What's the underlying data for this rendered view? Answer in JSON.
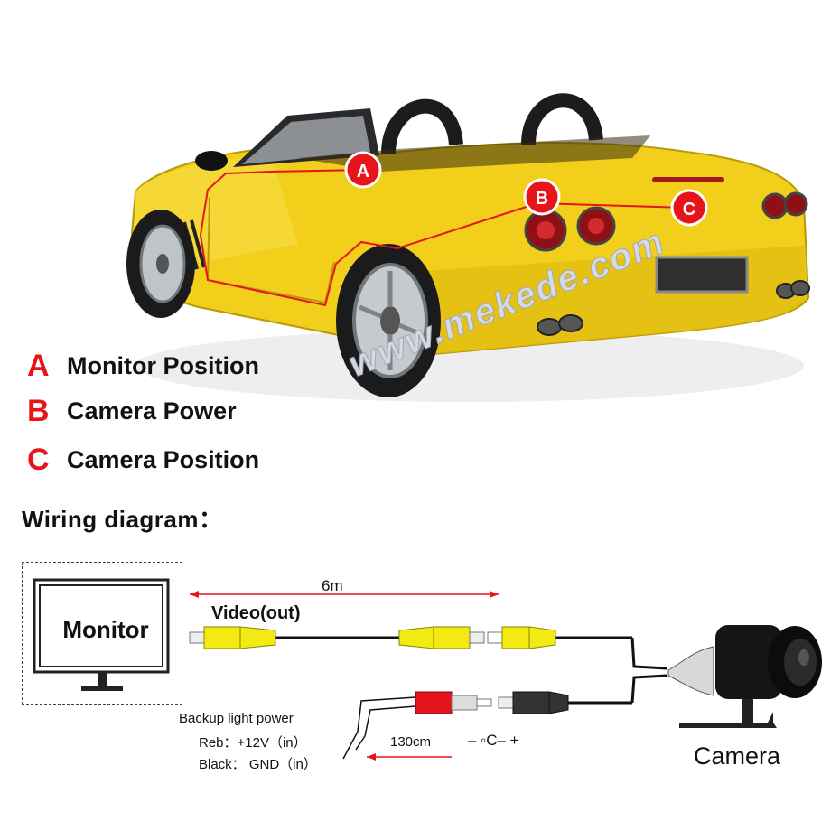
{
  "watermark": "www.mekede.com",
  "markers": {
    "a": "A",
    "b": "B",
    "c": "C"
  },
  "legend": [
    {
      "letter": "A",
      "text": "Monitor Position"
    },
    {
      "letter": "B",
      "text": "Camera Power"
    },
    {
      "letter": "C",
      "text": "Camera Position"
    }
  ],
  "diagram": {
    "title": "Wiring diagram：",
    "monitor_label": "Monitor",
    "video_label": "Video(out)",
    "cable_length": "6m",
    "backup_title": "Backup light power",
    "backup_red": "Reb：+12V（in）",
    "backup_black": "Black：  GND（in）",
    "short_cable": "130cm",
    "power_symbol": "–  ◦C–  +",
    "camera_label": "Camera"
  },
  "colors": {
    "marker_red": "#e8141c",
    "car_yellow": "#f1cf1b",
    "rca_yellow": "#f2ea12",
    "rca_red": "#e3141b",
    "cable": "#111111"
  }
}
